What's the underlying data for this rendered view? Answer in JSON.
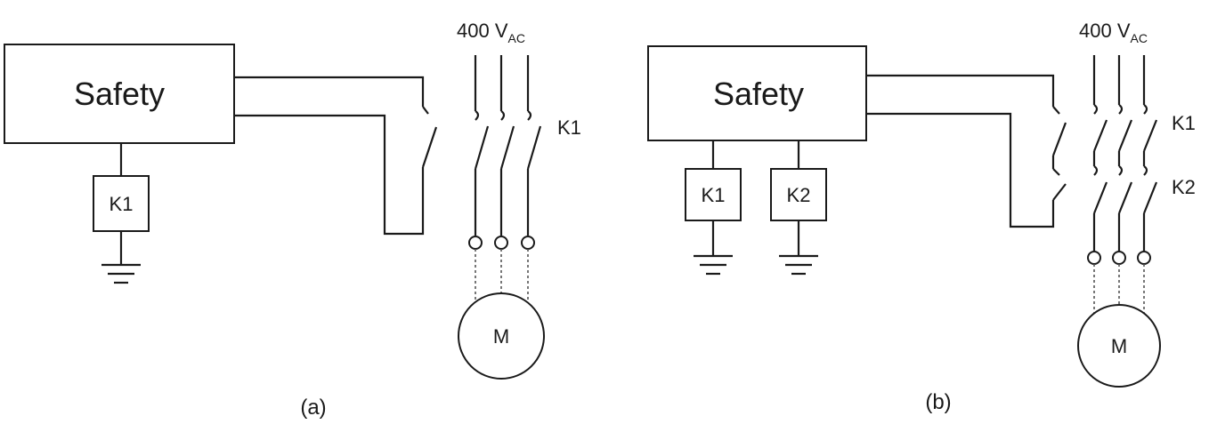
{
  "diagram_a": {
    "controller_label": "Safety",
    "relay_label": "K1",
    "supply_value": "400 V",
    "supply_unit": "AC",
    "contactor_label": "K1",
    "motor_label": "M",
    "caption": "(a)"
  },
  "diagram_b": {
    "controller_label": "Safety",
    "relay1_label": "K1",
    "relay2_label": "K2",
    "supply_value": "400 V",
    "supply_unit": "AC",
    "contactor1_label": "K1",
    "contactor2_label": "K2",
    "motor_label": "M",
    "caption": "(b)"
  }
}
